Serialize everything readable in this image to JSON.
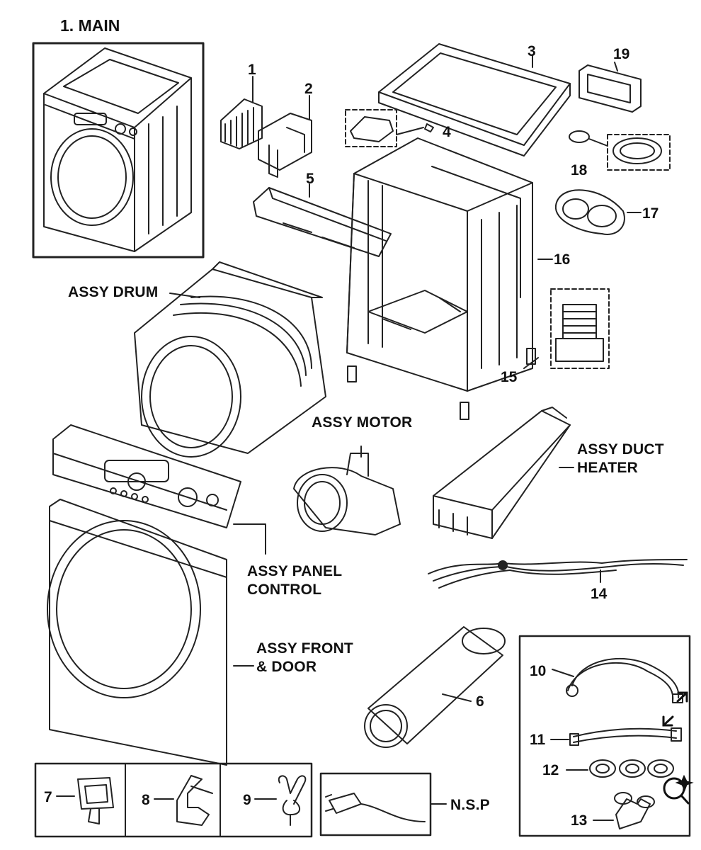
{
  "title": "1. MAIN",
  "labels": {
    "p1": "1",
    "p2": "2",
    "p3": "3",
    "p4": "4",
    "p5": "5",
    "p6": "6",
    "p7": "7",
    "p8": "8",
    "p9": "9",
    "p10": "10",
    "p11": "11",
    "p12": "12",
    "p13": "13",
    "p14": "14",
    "p15": "15",
    "p16": "16",
    "p17": "17",
    "p18": "18",
    "p19": "19"
  },
  "assemblies": {
    "drum": "ASSY DRUM",
    "motor": "ASSY MOTOR",
    "duct_line1": "ASSY DUCT",
    "duct_line2": "HEATER",
    "panel_line1": "ASSY PANEL",
    "panel_line2": "CONTROL",
    "front_line1": "ASSY FRONT",
    "front_line2": "& DOOR"
  },
  "nsp": "N.S.P",
  "overlay_icons": [
    "collapse-arrows-icon",
    "zoom-search-icon"
  ]
}
